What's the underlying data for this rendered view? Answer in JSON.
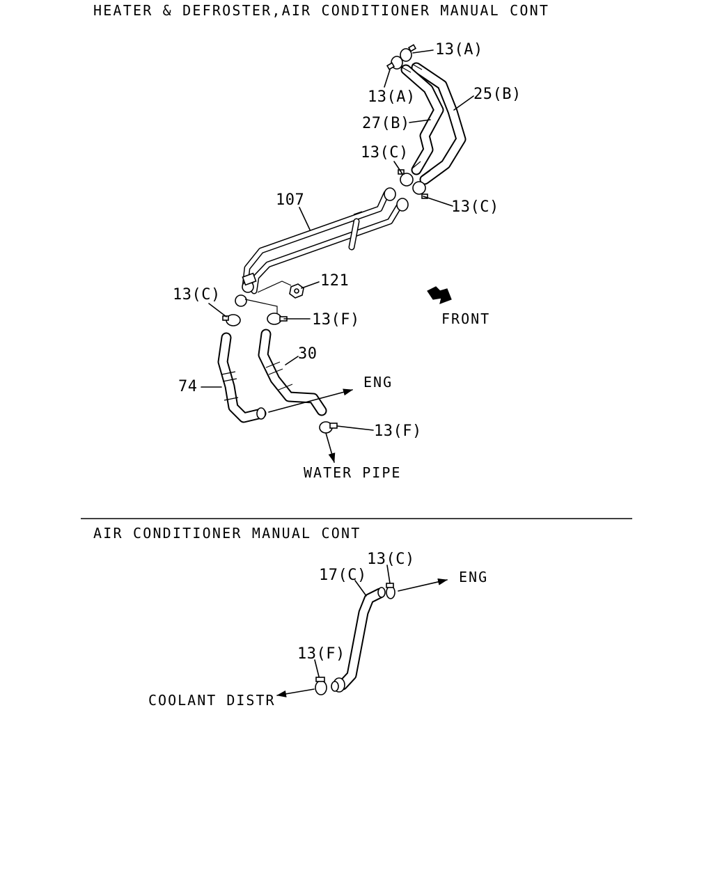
{
  "sections": {
    "heater_title": "HEATER & DEFROSTER,AIR CONDITIONER MANUAL CONT",
    "ac_title": "AIR CONDITIONER MANUAL CONT"
  },
  "callouts": {
    "c13a_top": "13(A)",
    "c13a_left": "13(A)",
    "c25b": "25(B)",
    "c27b": "27(B)",
    "c13c_upper": "13(C)",
    "c13c_right": "13(C)",
    "c107": "107",
    "c121": "121",
    "c13c_left": "13(C)",
    "c13f_mid": "13(F)",
    "c30": "30",
    "c74": "74",
    "c13f_low": "13(F)",
    "c13c_ac": "13(C)",
    "c17c": "17(C)",
    "c13f_ac": "13(F)"
  },
  "notes": {
    "front": "FRONT",
    "eng_top": "ENG",
    "water_pipe": "WATER PIPE",
    "eng_ac": "ENG",
    "coolant": "COOLANT DISTR"
  }
}
